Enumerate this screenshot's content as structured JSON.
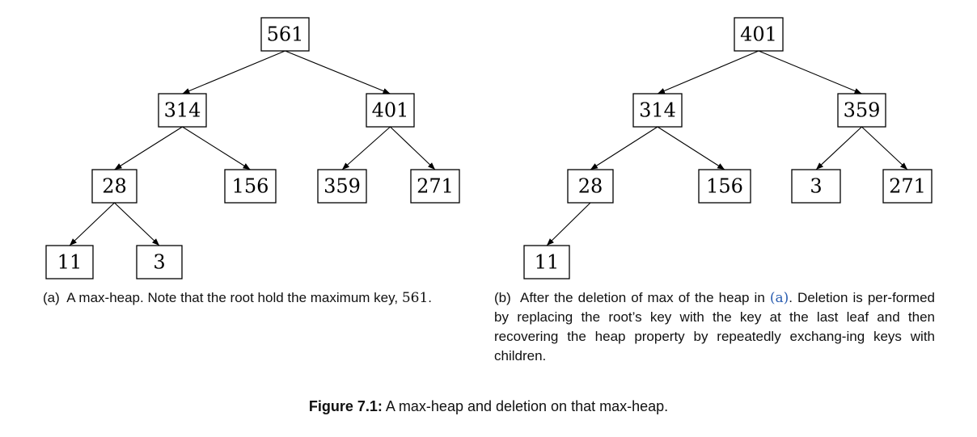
{
  "panels": [
    {
      "id": "a",
      "nodes": [
        {
          "key": "561"
        },
        {
          "key": "314"
        },
        {
          "key": "401"
        },
        {
          "key": "28"
        },
        {
          "key": "156"
        },
        {
          "key": "359"
        },
        {
          "key": "271"
        },
        {
          "key": "11"
        },
        {
          "key": "3"
        }
      ],
      "edges": [
        [
          0,
          1
        ],
        [
          0,
          2
        ],
        [
          1,
          3
        ],
        [
          1,
          4
        ],
        [
          2,
          5
        ],
        [
          2,
          6
        ],
        [
          3,
          7
        ],
        [
          3,
          8
        ]
      ],
      "caption": {
        "prefix": "(a)",
        "text": "A max-heap. Note that the root hold the maximum key,",
        "value": "561",
        "suffix": "."
      }
    },
    {
      "id": "b",
      "nodes": [
        {
          "key": "401"
        },
        {
          "key": "314"
        },
        {
          "key": "359"
        },
        {
          "key": "28"
        },
        {
          "key": "156"
        },
        {
          "key": "3"
        },
        {
          "key": "271"
        },
        {
          "key": "11"
        }
      ],
      "edges": [
        [
          0,
          1
        ],
        [
          0,
          2
        ],
        [
          1,
          3
        ],
        [
          1,
          4
        ],
        [
          2,
          5
        ],
        [
          2,
          6
        ],
        [
          3,
          7
        ]
      ],
      "caption": {
        "prefix": "(b)",
        "text_before_ref": "After the deletion of max of the heap in",
        "ref": "(a)",
        "text_after_ref": ". Deletion is per-formed by replacing the root’s key with the key at the last leaf and then recovering the heap property by repeatedly exchang-ing keys with children."
      }
    }
  ],
  "figure_caption": {
    "label": "Figure 7.1:",
    "text": "A max-heap and deletion on that max-heap."
  },
  "colors": {
    "ink": "#000000",
    "link": "#2a5db0"
  }
}
